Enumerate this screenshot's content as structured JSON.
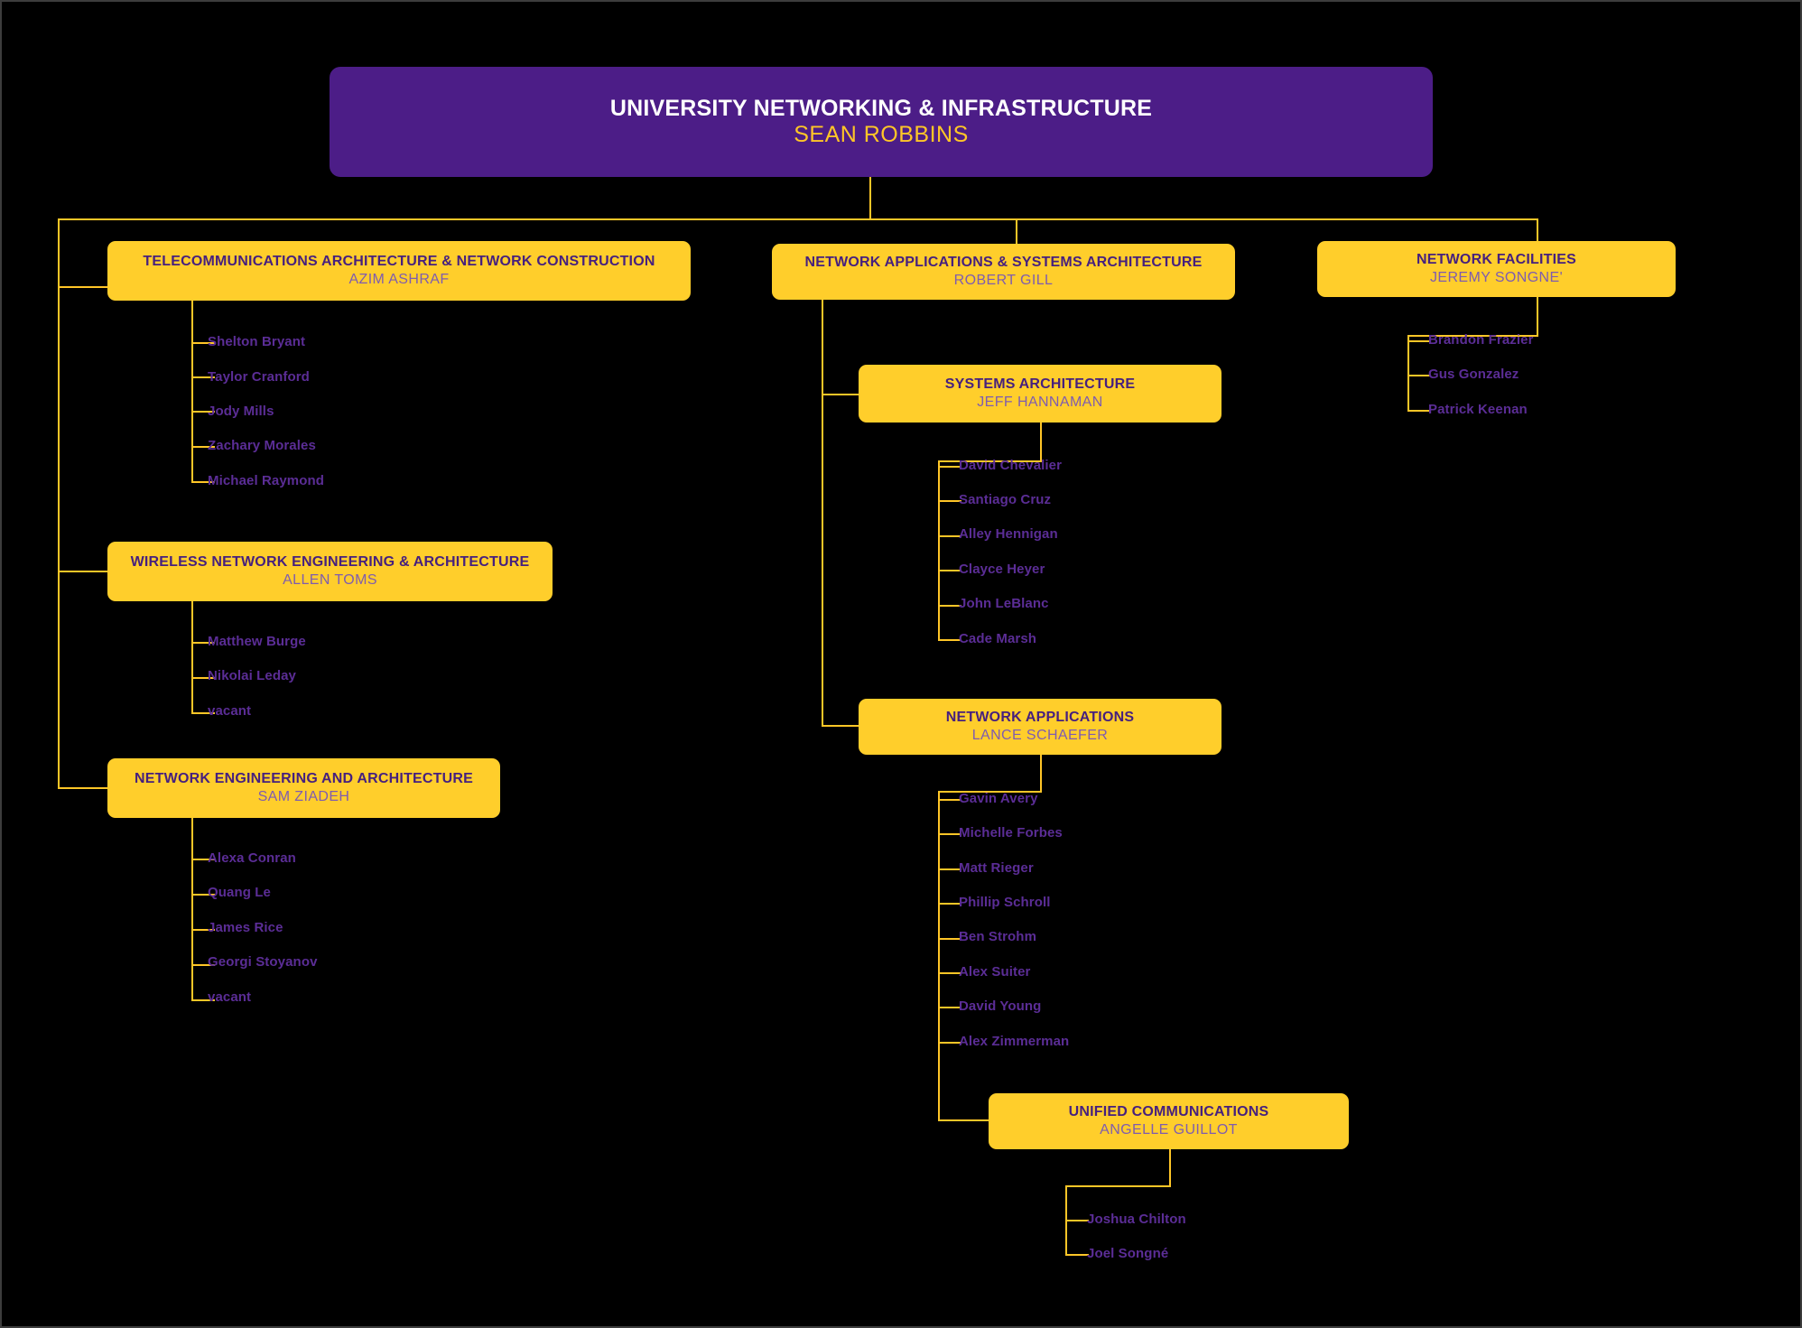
{
  "theme": {
    "background": "#000000",
    "accent_yellow": "#FFCE2B",
    "line_yellow": "#FFC627",
    "root_purple": "#4C1D87",
    "title_purple": "#46207E",
    "person_purple": "#7E5CB0",
    "staff_purple": "#5B2D96",
    "root_title_color": "#FFFFFF"
  },
  "root": {
    "title": "UNIVERSITY NETWORKING & INFRASTRUCTURE",
    "person": "SEAN ROBBINS"
  },
  "divisions": {
    "telecom": {
      "title": "TELECOMMUNICATIONS ARCHITECTURE & NETWORK CONSTRUCTION",
      "person": "AZIM ASHRAF",
      "staff": [
        "Shelton Bryant",
        "Taylor Cranford",
        "Jody Mills",
        "Zachary Morales",
        "Michael Raymond"
      ]
    },
    "wireless": {
      "title": "WIRELESS NETWORK ENGINEERING & ARCHITECTURE",
      "person": "ALLEN TOMS",
      "staff": [
        "Matthew Burge",
        "Nikolai Leday",
        "vacant"
      ]
    },
    "netengarch": {
      "title": "NETWORK ENGINEERING AND ARCHITECTURE",
      "person": "SAM ZIADEH",
      "staff": [
        "Alexa Conran",
        "Quang Le",
        "James Rice",
        "Georgi Stoyanov",
        "vacant"
      ]
    },
    "appsys": {
      "title": "NETWORK APPLICATIONS & SYSTEMS ARCHITECTURE",
      "person": "ROBERT GILL"
    },
    "sysarch": {
      "title": "SYSTEMS ARCHITECTURE",
      "person": "JEFF HANNAMAN",
      "staff": [
        "David Chevalier",
        "Santiago Cruz",
        "Alley Hennigan",
        "Clayce Heyer",
        "John LeBlanc",
        "Cade Marsh"
      ]
    },
    "netapps": {
      "title": "NETWORK APPLICATIONS",
      "person": "LANCE SCHAEFER",
      "staff": [
        "Gavin Avery",
        "Michelle Forbes",
        "Matt Rieger",
        "Phillip Schroll",
        "Ben Strohm",
        "Alex Suiter",
        "David Young",
        "Alex Zimmerman"
      ]
    },
    "unifiedcomm": {
      "title": "UNIFIED COMMUNICATIONS",
      "person": "ANGELLE GUILLOT",
      "staff": [
        "Joshua Chilton",
        "Joel Songné"
      ]
    },
    "netfac": {
      "title": "NETWORK FACILITIES",
      "person": "JEREMY SONGNE'",
      "staff": [
        "Brandon Frazier",
        "Gus Gonzalez",
        "Patrick Keenan"
      ]
    }
  }
}
